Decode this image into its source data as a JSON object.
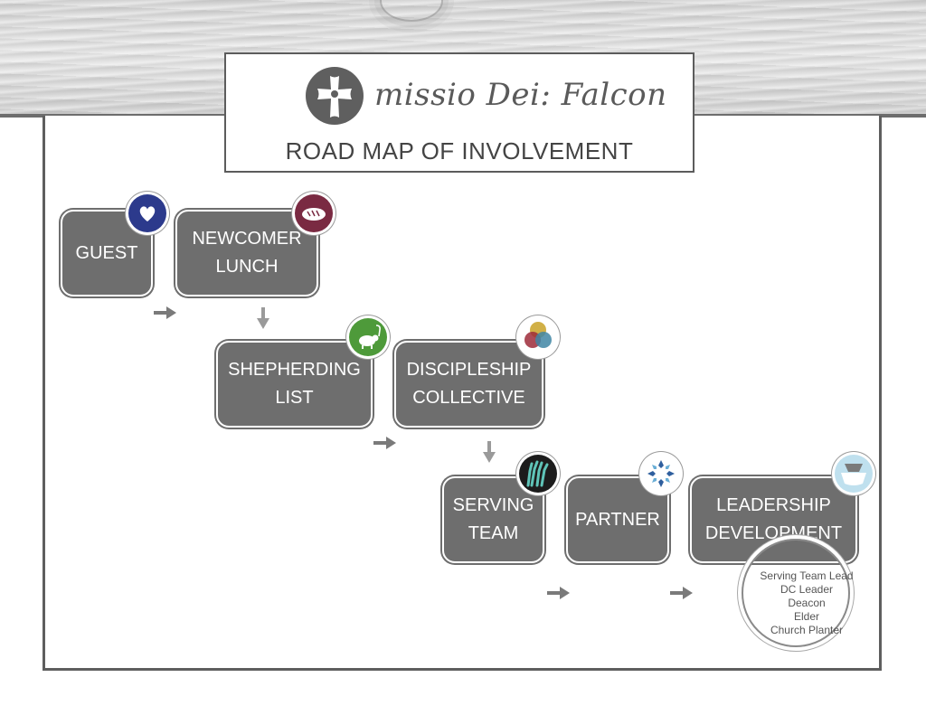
{
  "header": {
    "brand": "missio Dei: Falcon",
    "subtitle": "ROAD MAP OF INVOLVEMENT"
  },
  "steps": [
    {
      "label": "GUEST",
      "icon": "heart-icon"
    },
    {
      "label": "NEWCOMER\nLUNCH",
      "icon": "bread-icon"
    },
    {
      "label": "SHEPHERDING\nLIST",
      "icon": "sheep-icon"
    },
    {
      "label": "DISCIPLESHIP\nCOLLECTIVE",
      "icon": "venn-circles-icon"
    },
    {
      "label": "SERVING\nTEAM",
      "icon": "raised-hands-icon"
    },
    {
      "label": "PARTNER",
      "icon": "snowflake-icon"
    },
    {
      "label": "LEADERSHIP\nDEVELOPMENT",
      "icon": "basin-towel-icon"
    }
  ],
  "leadership_roles": [
    "Serving Team Lead",
    "DC Leader",
    "Deacon",
    "Elder",
    "Church Planter"
  ],
  "colors": {
    "step_fill": "#6e6e6e",
    "heart_badge": "#2c3a8c",
    "bread_badge": "#7a2a42",
    "sheep_badge": "#4e9a3a",
    "serving_badge": "#1c1c1c",
    "arrow": "#7a7a7a"
  }
}
